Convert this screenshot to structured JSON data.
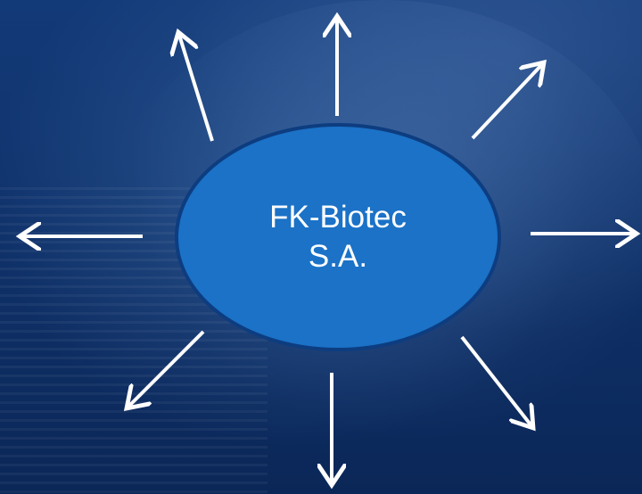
{
  "center_node": {
    "line1": "FK-Biotec",
    "line2": "S.A."
  },
  "colors": {
    "background": "#0f3169",
    "node_fill": "#1b72c7",
    "node_border": "#0d3d80",
    "arrow": "#ffffff"
  },
  "arrows": [
    "arrow-up",
    "arrow-up-left",
    "arrow-up-right",
    "arrow-left",
    "arrow-right",
    "arrow-down-left",
    "arrow-down",
    "arrow-down-right"
  ]
}
